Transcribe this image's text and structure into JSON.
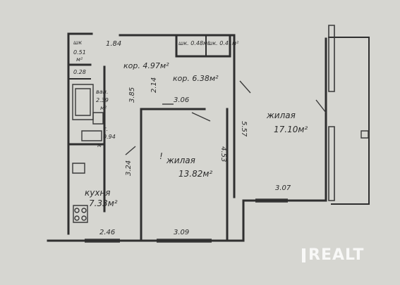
{
  "plan": {
    "labels": {
      "kor_small": "кор. 4.97м²",
      "kor_large": "кор. 6.38м²",
      "shk_left": "шк",
      "shk_left_area": "0.51",
      "shk_left_unit": "м²",
      "shk_left_2": "0.28",
      "shk_top1": "шк. 0.48м²",
      "shk_top2": "шк. 0.41м²",
      "bath": "ван.",
      "bath_area": "2.39",
      "bath_unit": "м²",
      "toilet": "т.",
      "toilet_area": "0.94",
      "toilet_unit": "м²",
      "kitchen": "кухня",
      "kitchen_area": "7.33м²",
      "living1": "жилая",
      "living1_area": "13.82м²",
      "living2": "жилая",
      "living2_area": "17.10м²",
      "mark_excl": "!"
    },
    "dims": {
      "d_184": "1.84",
      "d_214": "2.14",
      "d_385": "3.85",
      "d_306": "3.06",
      "d_557": "5.57",
      "d_453": "4.53",
      "d_324": "3.24",
      "d_307": "3.07",
      "d_246": "2.46",
      "d_309": "3.09"
    }
  },
  "watermark": {
    "text": "REALT"
  }
}
